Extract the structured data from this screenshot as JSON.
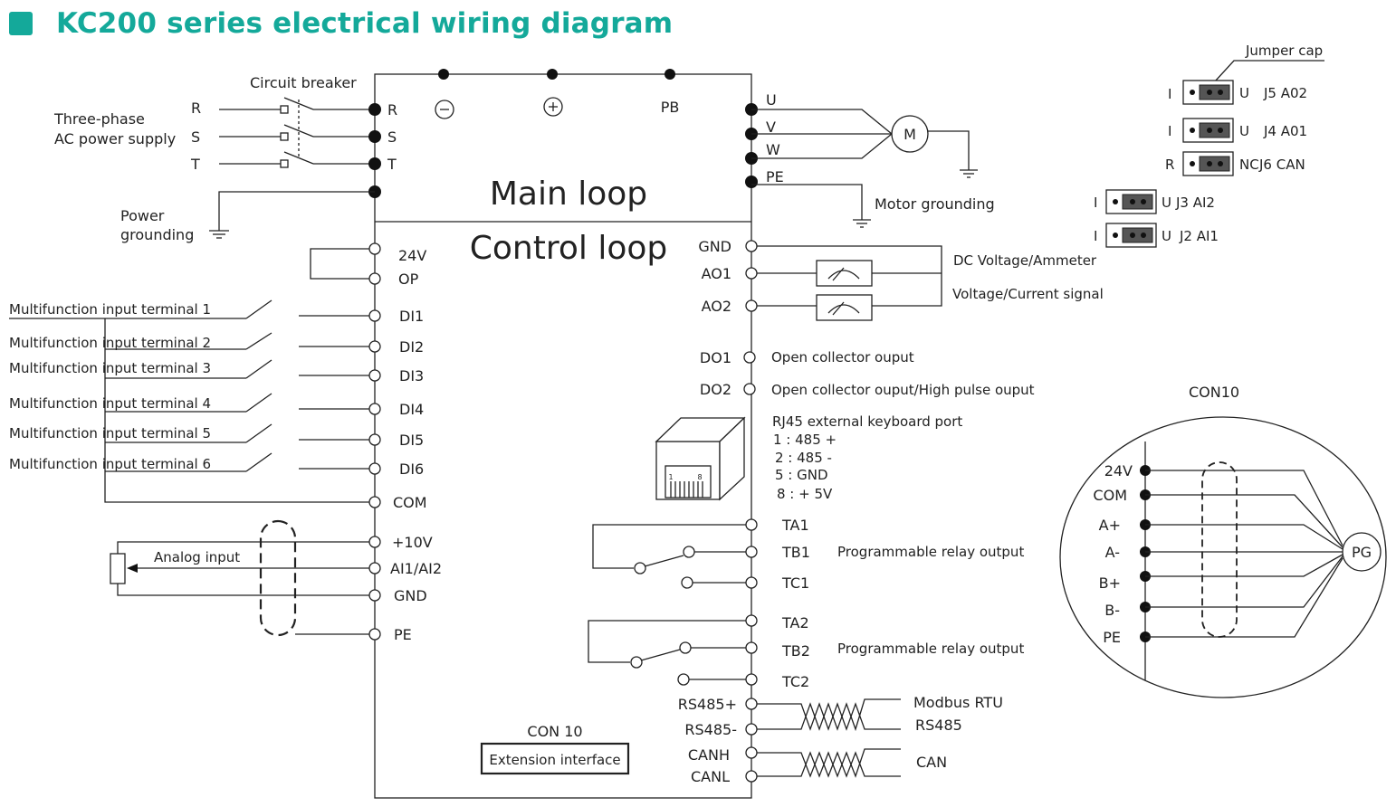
{
  "title": "KC200 series electrical wiring diagram",
  "colors": {
    "accent": "#14a99a",
    "line": "#222222"
  },
  "main_loop": {
    "label": "Main loop",
    "top_terminals": [
      "⊖",
      "⊕",
      "PB"
    ],
    "inputs": [
      "R",
      "S",
      "T"
    ],
    "outputs": [
      "U",
      "V",
      "W",
      "PE"
    ]
  },
  "control_loop": {
    "label": "Control loop"
  },
  "power": {
    "source_label_1": "Three-phase",
    "source_label_2": "AC power supply",
    "phases": [
      "R",
      "S",
      "T"
    ],
    "breaker_label": "Circuit breaker",
    "grounding_label_1": "Power",
    "grounding_label_2": "grounding"
  },
  "motor": {
    "symbol": "M",
    "grounding_label": "Motor grounding"
  },
  "left_terminals": [
    "24V",
    "OP",
    "DI1",
    "DI2",
    "DI3",
    "DI4",
    "DI5",
    "DI6",
    "COM",
    "+10V",
    "AI1/AI2",
    "GND",
    "PE"
  ],
  "multifunction_inputs": [
    "Multifunction input terminal 1",
    "Multifunction input terminal 2",
    "Multifunction input terminal 3",
    "Multifunction input terminal 4",
    "Multifunction input terminal 5",
    "Multifunction input terminal 6"
  ],
  "analog_input_label": "Analog input",
  "right_terminals": [
    "GND",
    "AO1",
    "AO2",
    "DO1",
    "DO2",
    "TA1",
    "TB1",
    "TC1",
    "TA2",
    "TB2",
    "TC2",
    "RS485+",
    "RS485-",
    "CANH",
    "CANL"
  ],
  "meters": {
    "label_1": "DC Voltage/Ammeter",
    "label_2": "Voltage/Current signal"
  },
  "digital_outputs": {
    "do1": "Open collector ouput",
    "do2": "Open collector ouput/High pulse ouput"
  },
  "rj45": {
    "title": "RJ45 external keyboard port",
    "pins": [
      "1 :  485 +",
      "2 :  485 -",
      "5 :  GND",
      "8 :  + 5V"
    ],
    "pin_marks": [
      "1",
      "8"
    ]
  },
  "relay_label": "Programmable relay output",
  "comms": {
    "modbus_1": "Modbus RTU",
    "modbus_2": "RS485",
    "can": "CAN"
  },
  "extension": {
    "con": "CON 10",
    "label": "Extension interface"
  },
  "jumpers": {
    "title": "Jumper cap",
    "rows": [
      {
        "left": "I",
        "right": "U",
        "name": "J5 A02"
      },
      {
        "left": "I",
        "right": "U",
        "name": "J4 A01"
      },
      {
        "left": "R",
        "right": "NC",
        "name": "J6 CAN"
      },
      {
        "left": "I",
        "right": "U",
        "name": "J3 AI2"
      },
      {
        "left": "I",
        "right": "U",
        "name": "J2 AI1"
      }
    ]
  },
  "con10_detail": {
    "title": "CON10",
    "pins": [
      "24V",
      "COM",
      "A+",
      "A-",
      "B+",
      "B-",
      "PE"
    ],
    "device": "PG"
  }
}
